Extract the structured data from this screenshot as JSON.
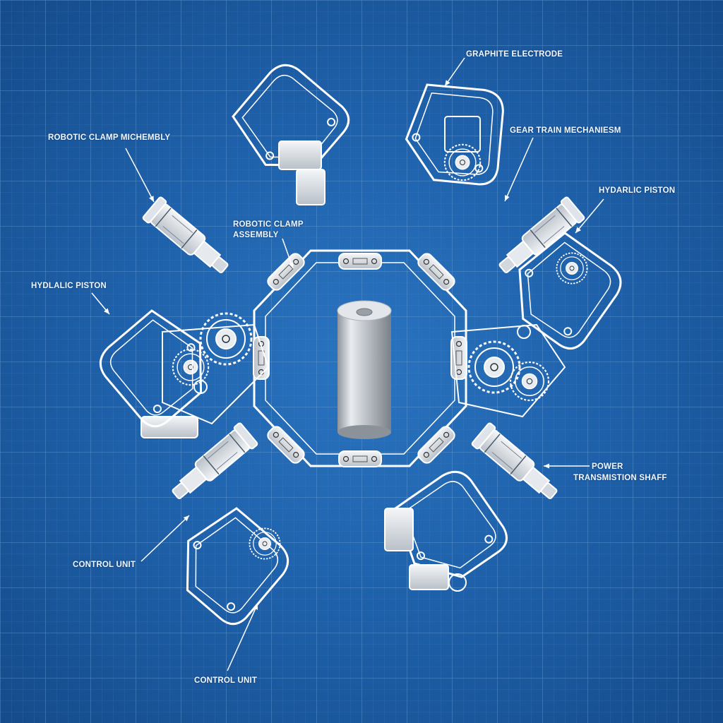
{
  "labels": {
    "graphite_electrode": "GRAPHITE ELECTRODE",
    "robotic_clamp_mechembly": "ROBOTIC CLAMP MICHEMBLY",
    "gear_train_mechanism": "GEAR TRAIN MECHANIESM",
    "hydarlic_piston": "HYDARLIC PISTON",
    "robotic_clamp_assembly_line1": "ROBOTIC CLAMP",
    "robotic_clamp_assembly_line2": "ASSEMBLY",
    "hydlalic_piston": "HYDLALIC PISTON",
    "power_line1": "POWER",
    "power_line2": "TRANSMISTION SHAFF",
    "control_unit_left": "CONTROL UNIT",
    "control_unit_bottom": "CONTROL UNIT"
  },
  "colors": {
    "background": "#1f62ac",
    "grid_major": "#5b93d0",
    "grid_minor": "#3f7dc0",
    "line_art": "#ffffff",
    "electrode": "#c9ccd1"
  }
}
